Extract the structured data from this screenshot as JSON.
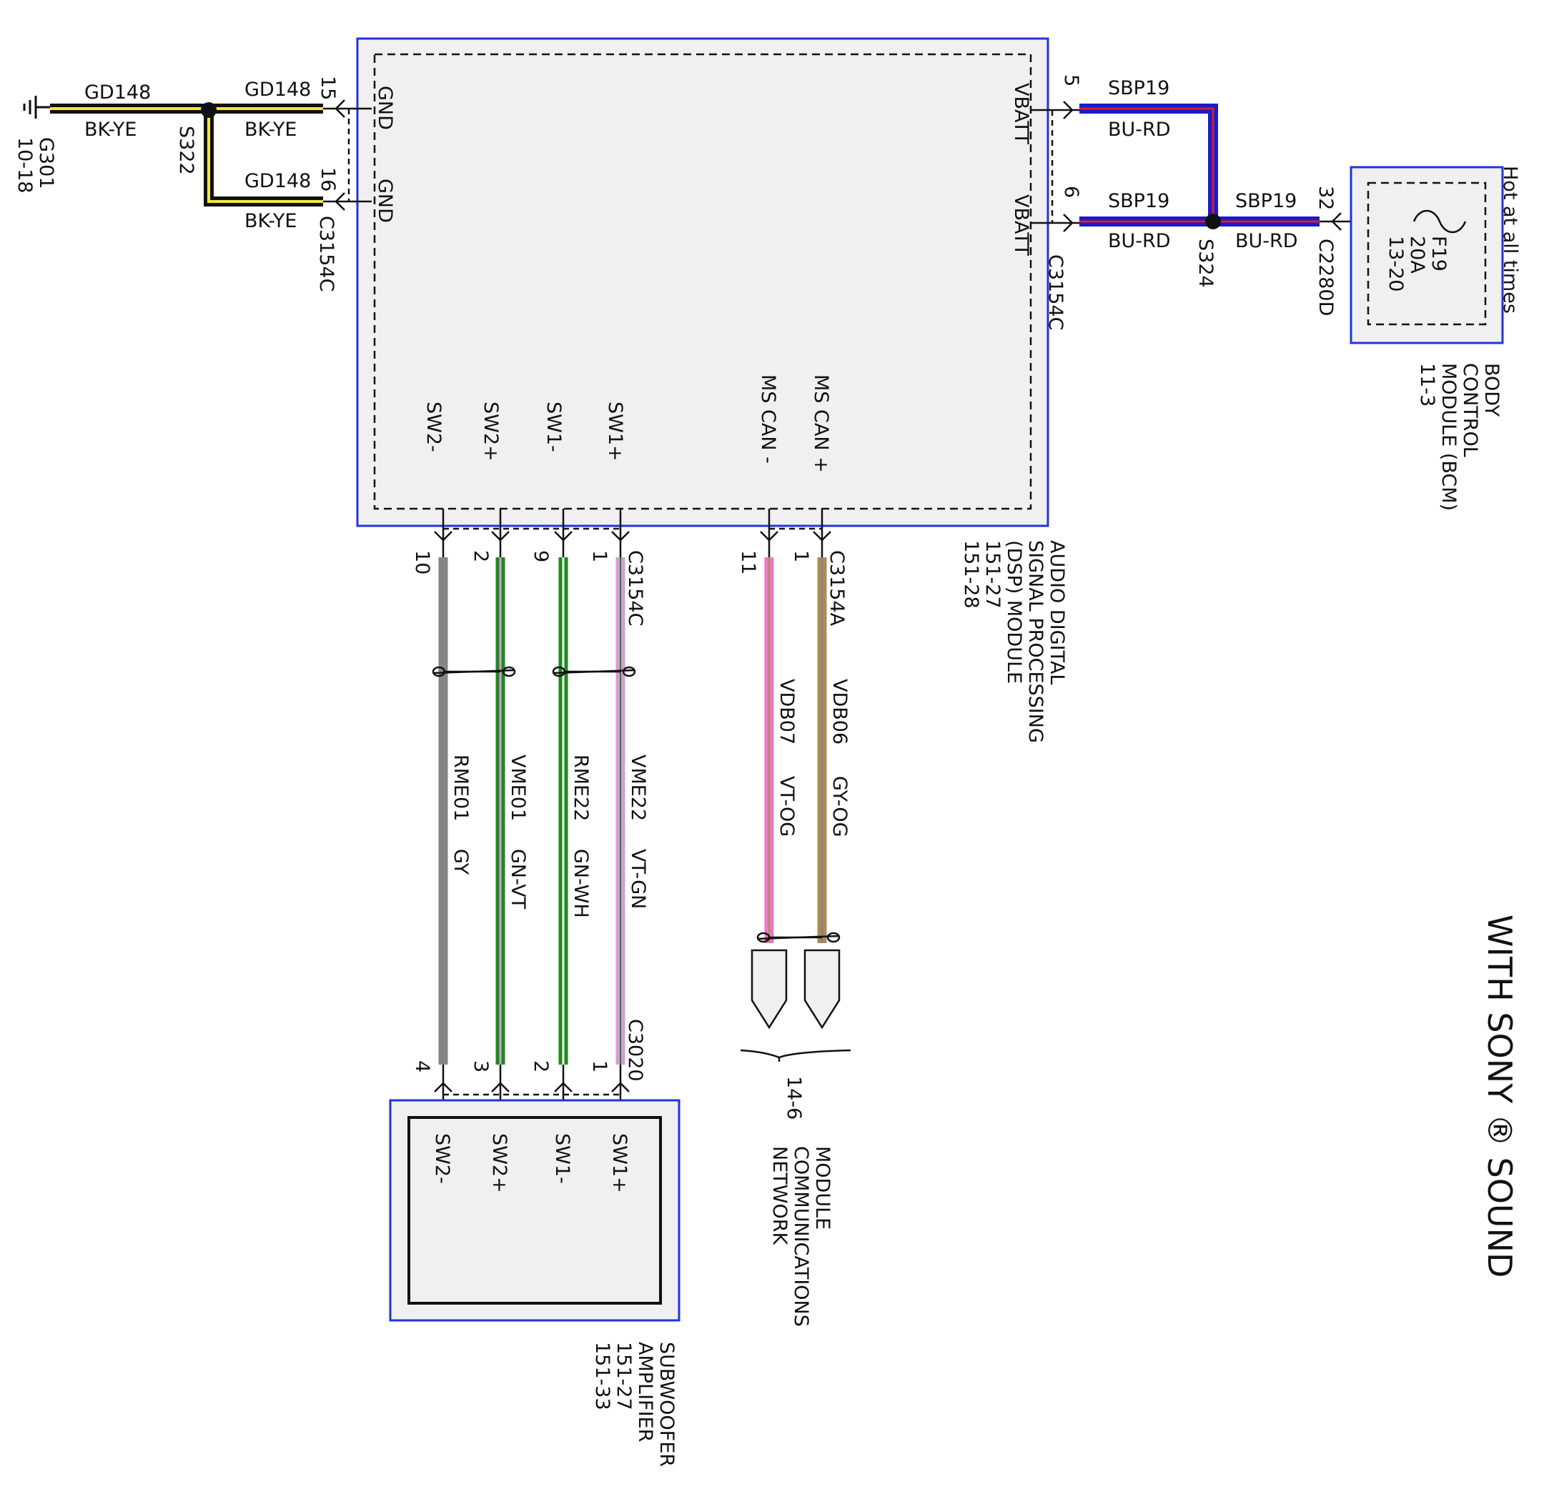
{
  "title": "WITH SONY ® SOUND",
  "colors": {
    "module_border": "#2233dd",
    "module_fill": "#f0f0f0",
    "wire_black": "#111111",
    "wire_yellow": "#f5e83a",
    "wire_blue": "#1a1acc",
    "wire_red": "#d62020",
    "wire_gray": "#858585",
    "wire_green": "#1d8a1d",
    "wire_white": "#ffffff",
    "wire_violet": "#d89ad8",
    "wire_pink": "#e878c8",
    "wire_orange": "#b08a50"
  },
  "ground": {
    "name": "G301",
    "page": "10-18",
    "splice": "S322",
    "wires": [
      {
        "circuit": "GD148",
        "color": "BK-YE"
      },
      {
        "circuit": "GD148",
        "color": "BK-YE"
      },
      {
        "circuit": "GD148",
        "color": "BK-YE"
      }
    ],
    "pins": [
      "15",
      "16"
    ],
    "connector": "C3154C",
    "terminals": [
      "GND",
      "GND"
    ]
  },
  "power": {
    "terminals": [
      "VBATT",
      "VBATT"
    ],
    "pins": [
      "5",
      "6"
    ],
    "connector": "C3154C",
    "splice": "S324",
    "wires": [
      {
        "circuit": "SBP19",
        "color": "BU-RD"
      },
      {
        "circuit": "SBP19",
        "color": "BU-RD"
      },
      {
        "circuit": "SBP19",
        "color": "BU-RD"
      }
    ],
    "bcm_pin": "32",
    "bcm_connector": "C2280D",
    "fuse": {
      "name": "F19",
      "rating": "20A",
      "page": "13-20"
    },
    "hot_label": "Hot at all times"
  },
  "bcm": {
    "lines": [
      "BODY",
      "CONTROL",
      "MODULE (BCM)",
      "11-3"
    ]
  },
  "dsp": {
    "lines": [
      "AUDIO DIGITAL",
      "SIGNAL PROCESSING",
      "(DSP) MODULE",
      "151-27",
      "151-28"
    ],
    "bottom_terminals": [
      "SW2-",
      "SW2+",
      "SW1-",
      "SW1+",
      "MS CAN -",
      "MS CAN +"
    ],
    "sw_pins": [
      "10",
      "2",
      "9",
      "1"
    ],
    "sw_connector": "C3154C",
    "can_pins": [
      "11",
      "1"
    ],
    "can_connector": "C3154A"
  },
  "sw_wires": [
    {
      "circuit": "RME01",
      "color": "GY"
    },
    {
      "circuit": "VME01",
      "color": "GN-VT"
    },
    {
      "circuit": "RME22",
      "color": "GN-WH"
    },
    {
      "circuit": "VME22",
      "color": "VT-GN"
    }
  ],
  "can_wires": [
    {
      "circuit": "VDB07",
      "color": "VT-OG"
    },
    {
      "circuit": "VDB06",
      "color": "GY-OG"
    }
  ],
  "network": {
    "page": "14-6",
    "lines": [
      "MODULE",
      "COMMUNICATIONS",
      "NETWORK"
    ]
  },
  "sub_conn": {
    "connector": "C3020",
    "pins": [
      "4",
      "3",
      "2",
      "1"
    ]
  },
  "sub_amp": {
    "terminals": [
      "SW2-",
      "SW2+",
      "SW1-",
      "SW1+"
    ],
    "lines": [
      "SUBWOOFER",
      "AMPLIFIER",
      "151-27",
      "151-33"
    ]
  }
}
